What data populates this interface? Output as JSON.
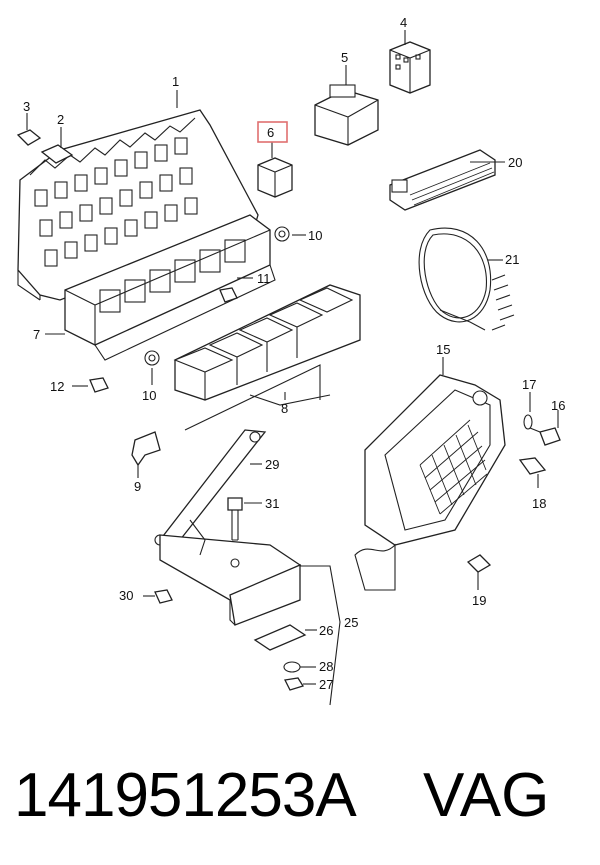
{
  "labels": {
    "l1": "1",
    "l2": "2",
    "l3": "3",
    "l4": "4",
    "l5": "5",
    "l6": "6",
    "l7": "7",
    "l8": "8",
    "l9": "9",
    "l10a": "10",
    "l10b": "10",
    "l11": "11",
    "l12": "12",
    "l15": "15",
    "l16": "16",
    "l17": "17",
    "l18": "18",
    "l19": "19",
    "l20": "20",
    "l21": "21",
    "l25": "25",
    "l26": "26",
    "l27": "27",
    "l28": "28",
    "l29": "29",
    "l30": "30",
    "l31": "31"
  },
  "highlight_color": "#e07070",
  "footer": {
    "part_number": "141951253A",
    "brand": "VAG"
  }
}
